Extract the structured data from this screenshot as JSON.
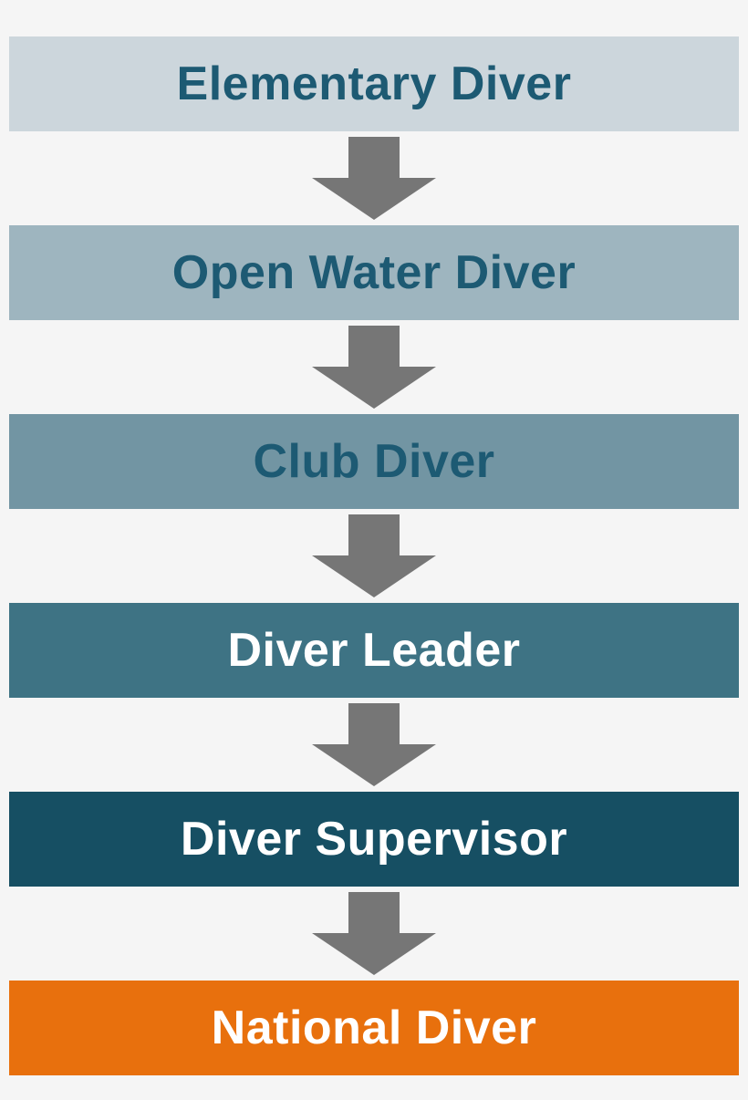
{
  "canvas": {
    "background": "#f5f5f5"
  },
  "arrow": {
    "color": "#767676"
  },
  "steps": [
    {
      "label": "Elementary Diver",
      "bg": "#ccd6dc",
      "text_color": "#1d5a73"
    },
    {
      "label": "Open Water Diver",
      "bg": "#9eb5bf",
      "text_color": "#1d5a73"
    },
    {
      "label": "Club Diver",
      "bg": "#7295a3",
      "text_color": "#1d5a73"
    },
    {
      "label": "Diver Leader",
      "bg": "#3e7384",
      "text_color": "#ffffff"
    },
    {
      "label": "Diver Supervisor",
      "bg": "#164f63",
      "text_color": "#ffffff"
    },
    {
      "label": "National Diver",
      "bg": "#e8700d",
      "text_color": "#ffffff"
    }
  ]
}
